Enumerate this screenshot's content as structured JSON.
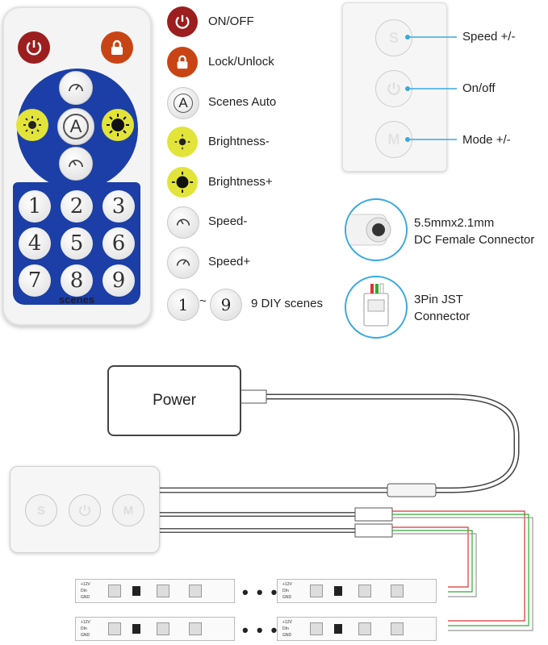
{
  "remote": {
    "keypad_numbers": [
      "1",
      "2",
      "3",
      "4",
      "5",
      "6",
      "7",
      "8",
      "9"
    ],
    "scenes_label": "scenes",
    "auto_letter": "A"
  },
  "legend": {
    "on_off": "ON/OFF",
    "lock_unlock": "Lock/Unlock",
    "scenes_auto": "Scenes Auto",
    "brightness_minus": "Brightness-",
    "brightness_plus": "Brightness+",
    "speed_minus": "Speed-",
    "speed_plus": "Speed+",
    "diy_from": "1",
    "diy_tilde": "~",
    "diy_to": "9",
    "diy_scenes": "9 DIY scenes"
  },
  "controller": {
    "btn_s": "S",
    "btn_m": "M",
    "speed_label": "Speed +/-",
    "onoff_label": "On/off",
    "mode_label": "Mode +/-"
  },
  "connectors": {
    "dc_line1": "5.5mmx2.1mm",
    "dc_line2": "DC Female Connector",
    "jst_line1": "3Pin JST",
    "jst_line2": "Connector"
  },
  "wiring": {
    "power_label": "Power",
    "ellipsis": "• • •",
    "strip_pins": [
      "+12V",
      "DIn",
      "GND"
    ]
  },
  "colors": {
    "remote_blue": "#1b3fa6",
    "power_red": "#9c1e1e",
    "lock_orange": "#c94414",
    "brightness_yellow": "#e2e43a",
    "callout_blue": "#39a9e0"
  }
}
